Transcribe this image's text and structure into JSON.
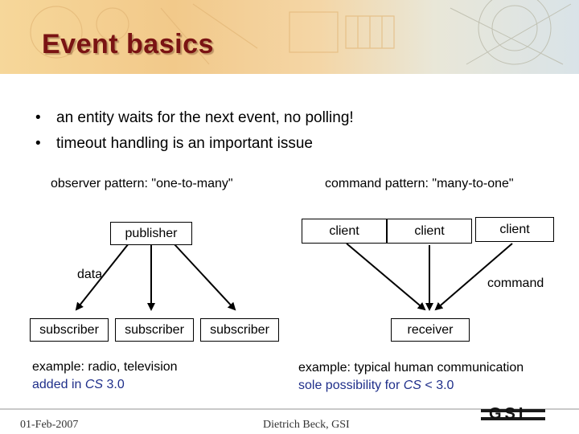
{
  "slide": {
    "title": "Event basics",
    "bullets": [
      "an entity waits for the next event, no polling!",
      "timeout handling is an important issue"
    ]
  },
  "observer": {
    "heading": "observer pattern: \"one-to-many\"",
    "publisher": "publisher",
    "data_label": "data",
    "subscribers": [
      "subscriber",
      "subscriber",
      "subscriber"
    ],
    "example": "example: radio, television",
    "added_prefix": "added in ",
    "added_cs": "CS",
    "added_suffix": " 3.0"
  },
  "command": {
    "heading": "command pattern: \"many-to-one\"",
    "clients": [
      "client",
      "client",
      "client"
    ],
    "command_label": "command",
    "receiver": "receiver",
    "example": "example: typical human communication",
    "sole_prefix": "sole possibility for ",
    "sole_cs": "CS",
    "sole_suffix": " < 3.0"
  },
  "footer": {
    "date": "01-Feb-2007",
    "author": "Dietrich Beck, GSI",
    "logo": "GSI"
  },
  "colors": {
    "title": "#7a1313",
    "note_blue": "#1f2f8a"
  }
}
